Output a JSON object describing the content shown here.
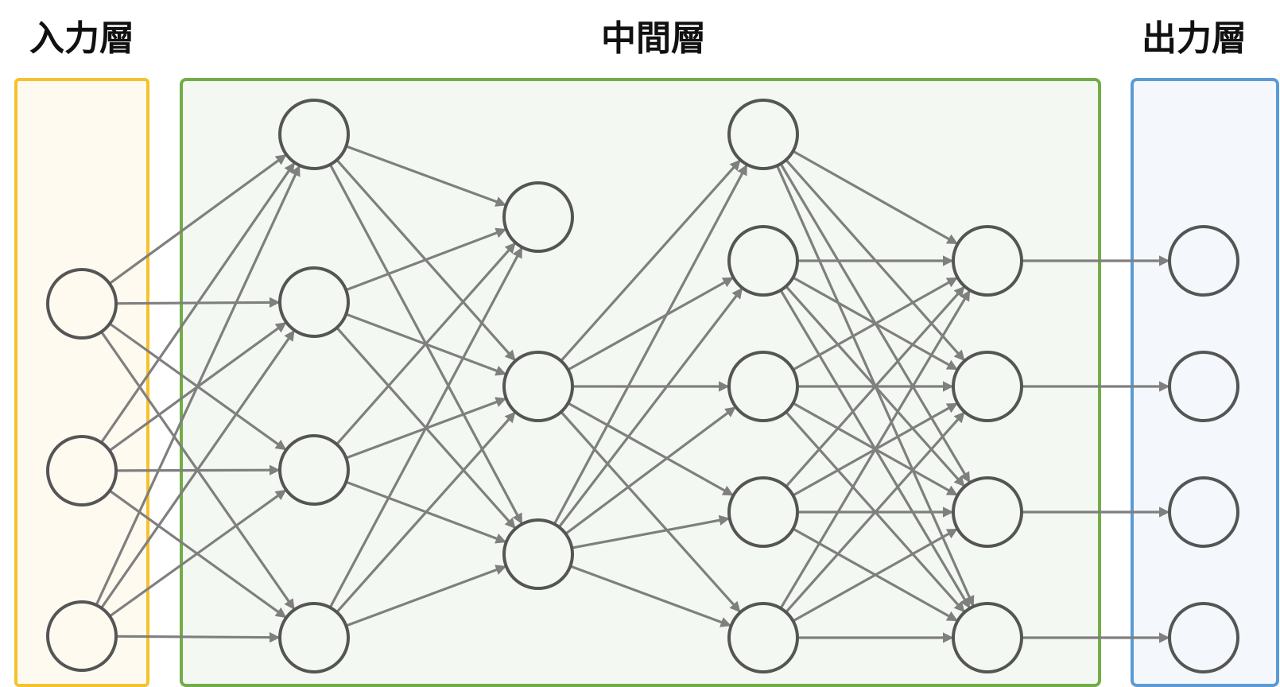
{
  "titles": {
    "input": "入力層",
    "hidden": "中間層",
    "output": "出力層"
  },
  "colors": {
    "input_border": "#f5c22b",
    "input_fill": "#fffaf0",
    "hidden_border": "#72ad47",
    "hidden_fill": "#f4f8f2",
    "output_border": "#5b9bd5",
    "output_fill": "#f4f7fb",
    "node_stroke": "#555555",
    "edge": "#7f7f7f"
  },
  "layers": [
    {
      "id": "input",
      "group": "input",
      "nodes": 3
    },
    {
      "id": "hidden-1",
      "group": "hidden",
      "nodes": 4
    },
    {
      "id": "hidden-2",
      "group": "hidden",
      "nodes": 3
    },
    {
      "id": "hidden-3",
      "group": "hidden",
      "nodes": 5
    },
    {
      "id": "hidden-4",
      "group": "hidden",
      "nodes": 4
    },
    {
      "id": "output",
      "group": "output",
      "nodes": 4
    }
  ],
  "connections": [
    {
      "from": "input",
      "to": "hidden-1",
      "type": "full",
      "skip_from": []
    },
    {
      "from": "hidden-1",
      "to": "hidden-2",
      "type": "full",
      "skip_from": []
    },
    {
      "from": "hidden-2",
      "to": "hidden-3",
      "type": "full",
      "skip_from": [
        0
      ]
    },
    {
      "from": "hidden-3",
      "to": "hidden-4",
      "type": "full",
      "skip_from": []
    },
    {
      "from": "hidden-4",
      "to": "output",
      "type": "one-to-one",
      "skip_from": []
    }
  ]
}
